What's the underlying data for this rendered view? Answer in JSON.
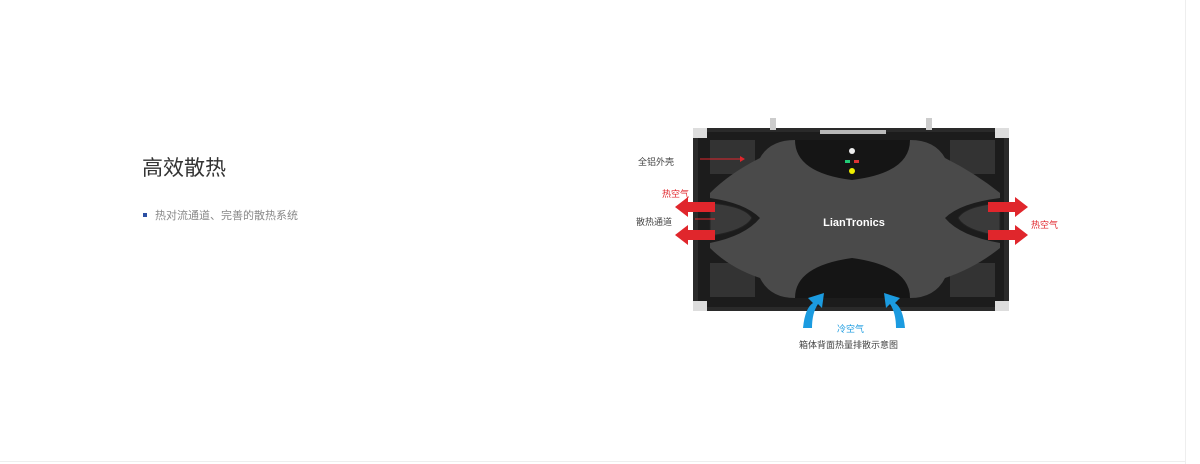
{
  "section": {
    "title": "高效散热",
    "bullets": [
      "热对流通道、完善的散热系统"
    ]
  },
  "figure": {
    "brand": "LianTronics",
    "labels": {
      "shell": "全铝外壳",
      "hot_air_left": "热空气",
      "channel": "散热通道",
      "hot_air_right": "热空气",
      "cold_air": "冷空气",
      "caption": "箱体背面热量排散示意图"
    },
    "colors": {
      "hot": "#e0262c",
      "cold": "#1b9be0",
      "accent": "#2b4fa3"
    }
  }
}
